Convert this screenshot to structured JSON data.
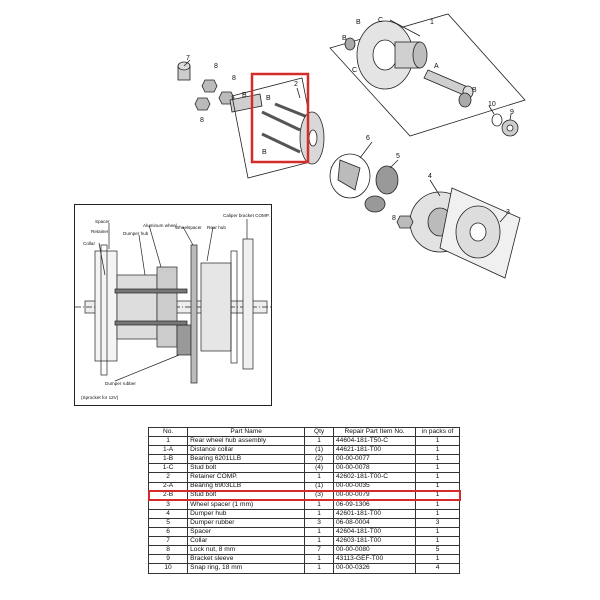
{
  "diagram": {
    "callouts": {
      "c1": "1",
      "c1B": "B",
      "c1C": "C",
      "c1B2": "B",
      "c1C2": "C",
      "cA": "A",
      "cB_hub": "B",
      "c10": "10",
      "c9": "9",
      "c7": "7",
      "c8a": "8",
      "c8b": "8",
      "c8c": "8",
      "cB_left": "B",
      "c2": "2",
      "cB_ret1": "B",
      "cB_ret2": "B",
      "c6": "6",
      "c5": "5",
      "c8d": "8",
      "c4": "4",
      "c3": "3"
    },
    "inset_labels": {
      "spacer": "Spacer",
      "retainer": "Retainer",
      "collar": "Collar",
      "aluminum_wheel": "Aluminum wheel",
      "dumper_hub": "Dumper hub",
      "wheel_spacer": "Wheelspacer",
      "caliper_bracket": "Caliper bracket COMP.",
      "rear_hub": "Rear hub",
      "dumper_rubber": "Dumper rubber",
      "sprocket_note": "(Sprocket for 12V)"
    }
  },
  "parts_table": {
    "headers": [
      "No.",
      "Part Name",
      "Qty",
      "Repair Part Item No.",
      "in packs of"
    ],
    "rows": [
      [
        "1",
        "Rear wheel hub assembly",
        "1",
        "44604-181-T50-C",
        "1"
      ],
      [
        "1-A",
        "Distance collar",
        "(1)",
        "44621-181-T00",
        "1"
      ],
      [
        "1-B",
        "Bearing 6201LLB",
        "(2)",
        "00-00-0077",
        "1"
      ],
      [
        "1-C",
        "Stud bolt",
        "(4)",
        "00-00-0078",
        "1"
      ],
      [
        "2",
        "Retainer COMP.",
        "1",
        "42602-181-T00-C",
        "1"
      ],
      [
        "2-A",
        "Bearing 6903LLB",
        "(1)",
        "00-00-0035",
        "1"
      ],
      [
        "2-B",
        "Stud bolt",
        "(3)",
        "00-00-0079",
        "1"
      ],
      [
        "3",
        "Wheel spacer (1 mm)",
        "1",
        "06-09-1306",
        "1"
      ],
      [
        "4",
        "Dumper hub",
        "1",
        "42601-181-T00",
        "1"
      ],
      [
        "5",
        "Dumper rubber",
        "3",
        "06-08-0004",
        "3"
      ],
      [
        "6",
        "Spacer",
        "1",
        "42604-181-T00",
        "1"
      ],
      [
        "7",
        "Collar",
        "1",
        "42603-181-T00",
        "1"
      ],
      [
        "8",
        "Lock nut, 8 mm",
        "7",
        "00-00-0080",
        "5"
      ],
      [
        "9",
        "Bracket sleeve",
        "1",
        "43113-GEF-T00",
        "1"
      ],
      [
        "10",
        "Snap ring, 18 mm",
        "1",
        "00-00-0326",
        "4"
      ]
    ],
    "highlight_row": "2-B"
  },
  "colors": {
    "highlight": "#d42b2b",
    "line": "#222222"
  }
}
